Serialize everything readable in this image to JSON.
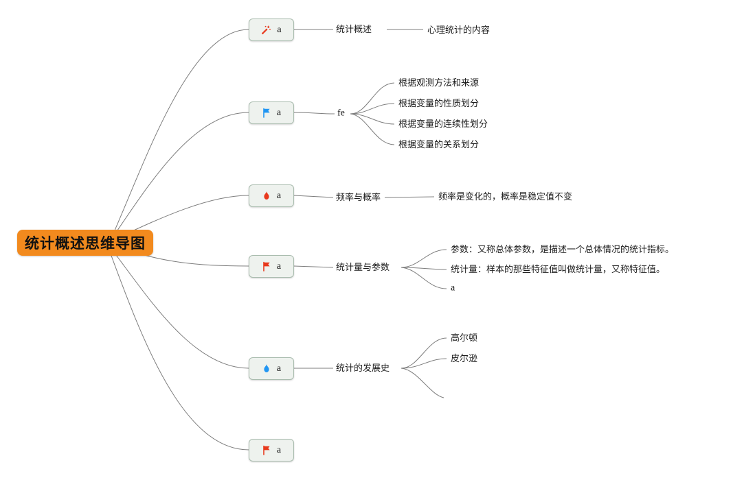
{
  "root": {
    "label": "统计概述思维导图"
  },
  "branches": [
    {
      "icon": "wand-icon",
      "icon_label": "a",
      "label": "统计概述",
      "children": [
        "心理统计的内容"
      ]
    },
    {
      "icon": "flag-icon",
      "icon_label": "a",
      "label": "fe",
      "children": [
        "根据观测方法和来源",
        "根据变量的性质划分",
        "根据变量的连续性划分",
        "根据变量的关系划分"
      ]
    },
    {
      "icon": "flame-icon",
      "icon_label": "a",
      "label": "频率与概率",
      "children": [
        "频率是变化的，概率是稳定值不变"
      ]
    },
    {
      "icon": "flag-icon",
      "icon_label": "a",
      "label": "统计量与参数",
      "children": [
        "参数：又称总体参数，是描述一个总体情况的统计指标。",
        "统计量：样本的那些特征值叫做统计量，又称特征值。",
        "a"
      ]
    },
    {
      "icon": "flame-icon",
      "icon_label": "a",
      "label": "统计的发展史",
      "children": [
        "高尔顿",
        "皮尔逊"
      ]
    },
    {
      "icon": "flag-icon",
      "icon_label": "a",
      "label": "",
      "children": []
    }
  ],
  "colors": {
    "root_bg": "#f28a1e",
    "red_icon": "#e8391d",
    "blue_icon": "#2196f3",
    "line": "#7d7d7d",
    "node_bg": "#eef2ee",
    "node_border": "#a9bcae"
  }
}
